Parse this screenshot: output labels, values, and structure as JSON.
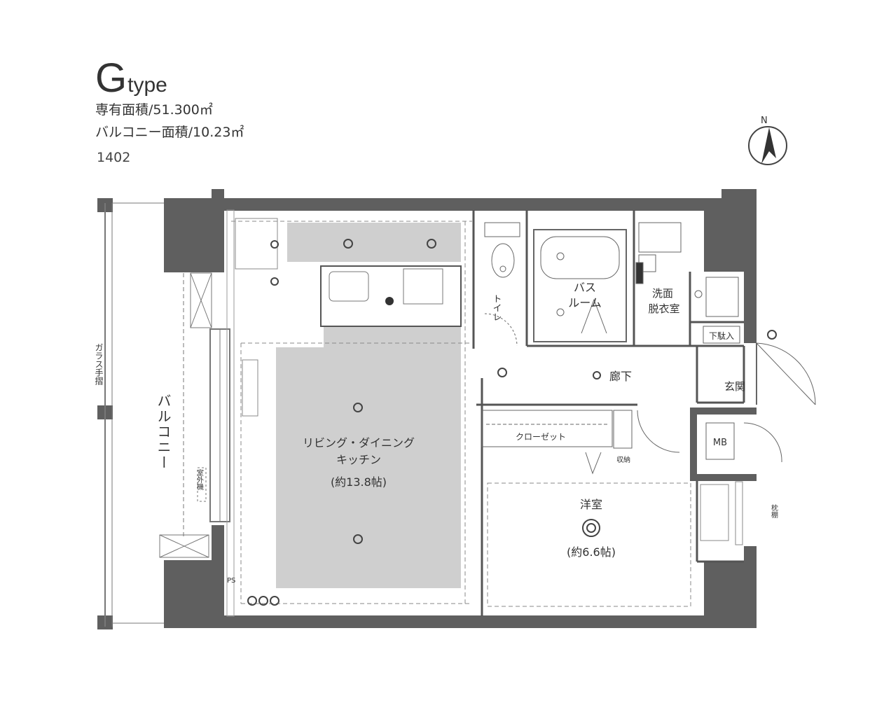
{
  "header": {
    "type_letter": "G",
    "type_word": "type",
    "exclusive_area": "専有面積/51.300㎡",
    "balcony_area": "バルコニー面積/10.23㎡",
    "unit_number": "1402"
  },
  "compass": {
    "label": "N"
  },
  "rooms": {
    "ldk_name1": "リビング・ダイニング",
    "ldk_name2": "キッチン",
    "ldk_size": "(約13.8帖)",
    "western_name": "洋室",
    "western_size": "(約6.6帖)",
    "bath_line1": "バス",
    "bath_line2": "ルーム",
    "toilet": "トイレ",
    "washroom_line1": "洗面",
    "washroom_line2": "脱衣室",
    "corridor": "廊下",
    "entrance": "玄関",
    "shoe_box": "下駄入",
    "closet": "クローゼット",
    "mb": "MB",
    "balcony": "バルコニー",
    "glass_rail": "ガラス手摺",
    "aircon_unit": "室外機",
    "pipe_space": "PS",
    "wire_shelf": "枕棚",
    "storage": "収納"
  },
  "colors": {
    "wall": "#5f5f5f",
    "ldk_floor": "#cfcfcf",
    "line": "#555555"
  }
}
